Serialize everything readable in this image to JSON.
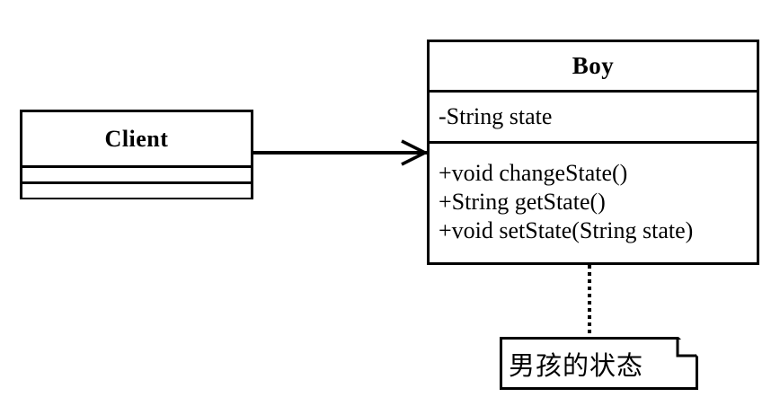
{
  "diagram": {
    "type": "uml-class-diagram",
    "background": "#ffffff",
    "line_color": "#000000"
  },
  "classes": [
    {
      "id": "client",
      "name": "Client",
      "attributes": [],
      "methods": []
    },
    {
      "id": "boy",
      "name": "Boy",
      "attributes": [
        "-String state"
      ],
      "methods": [
        "+void changeState()",
        "+String getState()",
        "+void setState(String state)"
      ]
    }
  ],
  "relations": [
    {
      "id": "client-to-boy",
      "kind": "association-open-arrow",
      "from": "Client",
      "to": "Boy",
      "style": "solid"
    },
    {
      "id": "boy-to-note",
      "kind": "note-anchor",
      "from": "Boy",
      "to": "note",
      "style": "dotted"
    }
  ],
  "note": {
    "id": "note",
    "text": "男孩的状态"
  }
}
